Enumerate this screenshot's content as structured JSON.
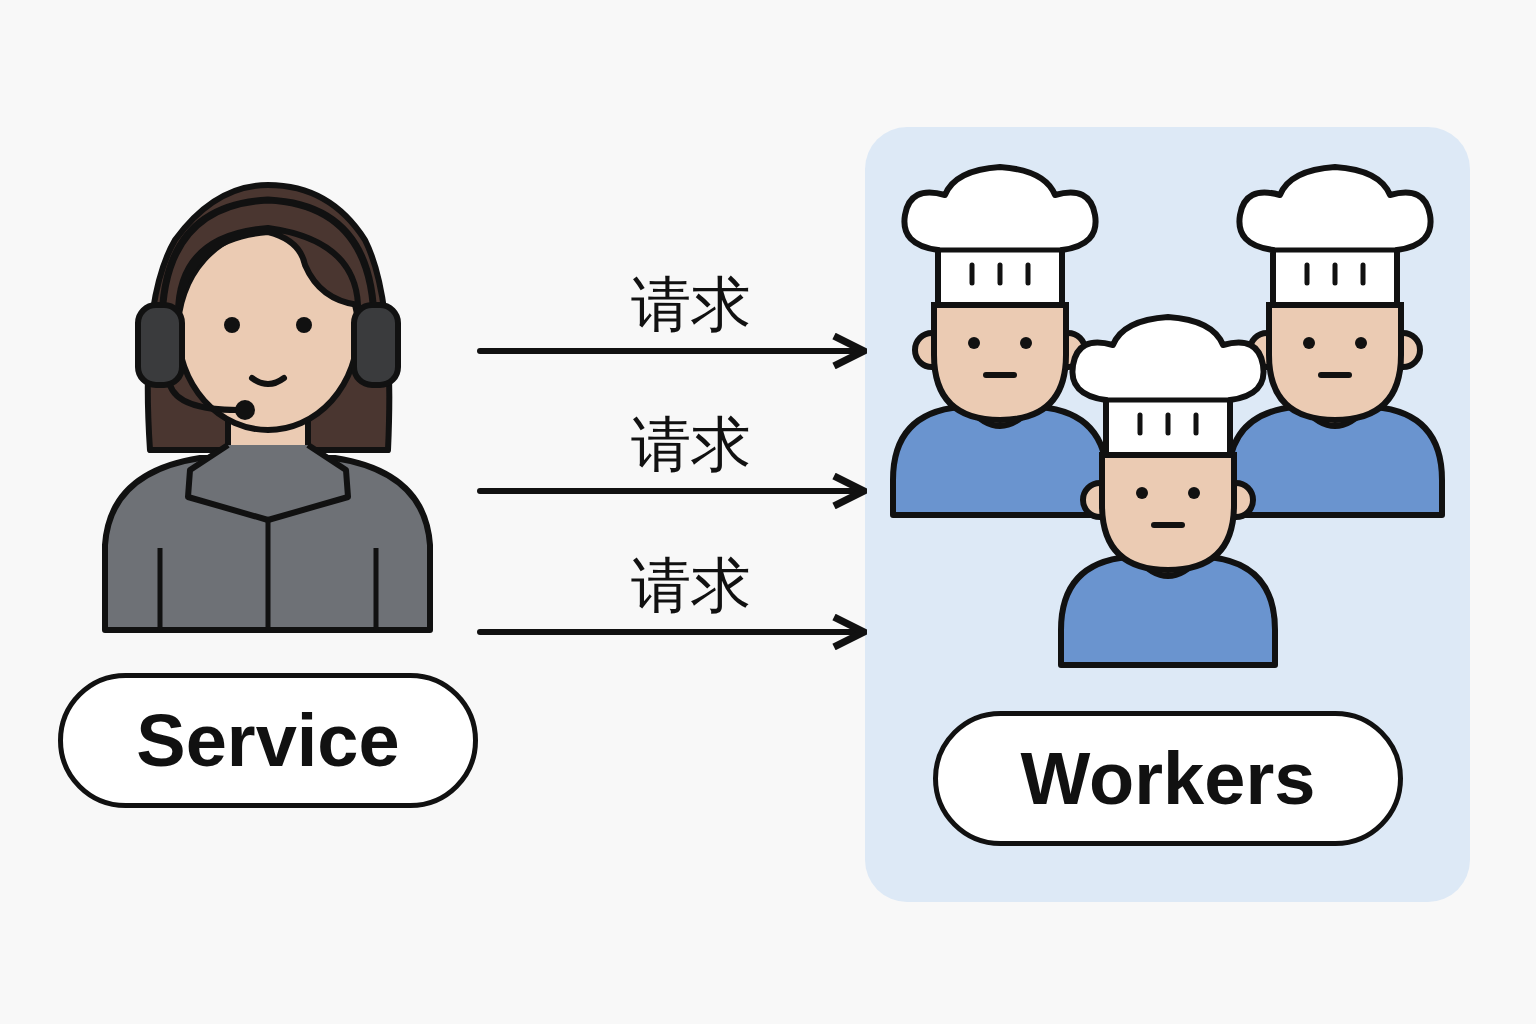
{
  "diagram": {
    "nodes": [
      {
        "text": [
          "Service"
        ]
      },
      {
        "text": [
          "Workers"
        ]
      }
    ],
    "edges": [
      {
        "from": 0,
        "to": 1,
        "label": "请求",
        "arrow": "to"
      },
      {
        "from": 0,
        "to": 1,
        "label": "请求",
        "arrow": "to"
      },
      {
        "from": 0,
        "to": 1,
        "label": "请求",
        "arrow": "to"
      }
    ]
  }
}
